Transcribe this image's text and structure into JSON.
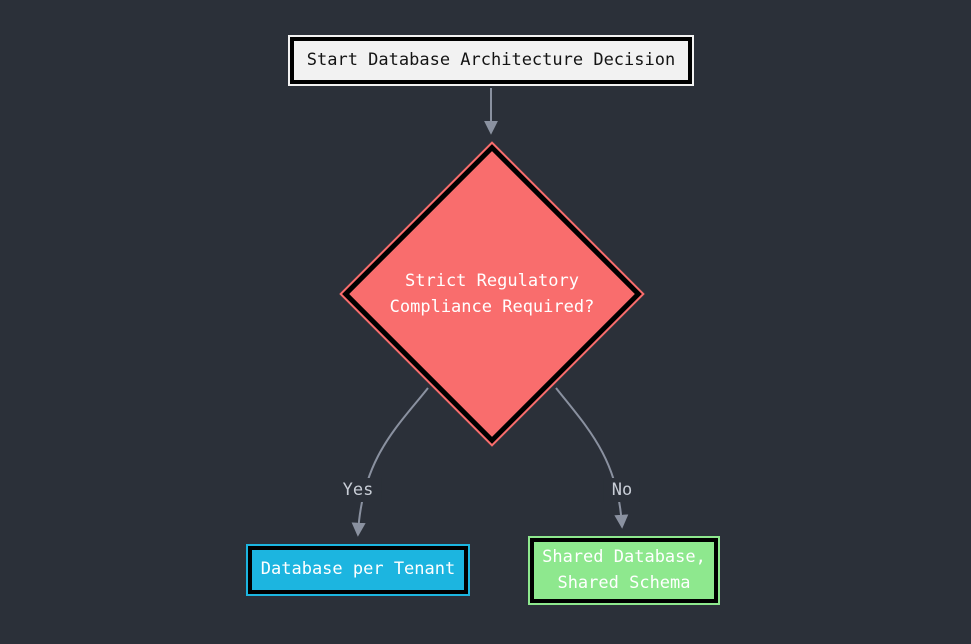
{
  "page": {
    "background_color": "#2b3039",
    "edge_color": "#8a91a0"
  },
  "diagram": {
    "type": "flowchart",
    "nodes": {
      "start": {
        "label": "Start Database Architecture Decision",
        "fill": "#f2f2f2",
        "text_color": "#141414",
        "shape": "rectangle"
      },
      "decision": {
        "label": "Strict Regulatory\nCompliance Required?",
        "fill": "#f96d6d",
        "text_color": "#ffffff",
        "shape": "diamond"
      },
      "yes_outcome": {
        "label": "Database per Tenant",
        "fill": "#1cb5e0",
        "text_color": "#ffffff",
        "shape": "rectangle"
      },
      "no_outcome": {
        "label": "Shared Database,\nShared Schema",
        "fill": "#8ee88e",
        "text_color": "#ffffff",
        "shape": "rectangle"
      }
    },
    "edges": [
      {
        "from": "start",
        "to": "decision",
        "label": ""
      },
      {
        "from": "decision",
        "to": "yes_outcome",
        "label": "Yes"
      },
      {
        "from": "decision",
        "to": "no_outcome",
        "label": "No"
      }
    ]
  }
}
